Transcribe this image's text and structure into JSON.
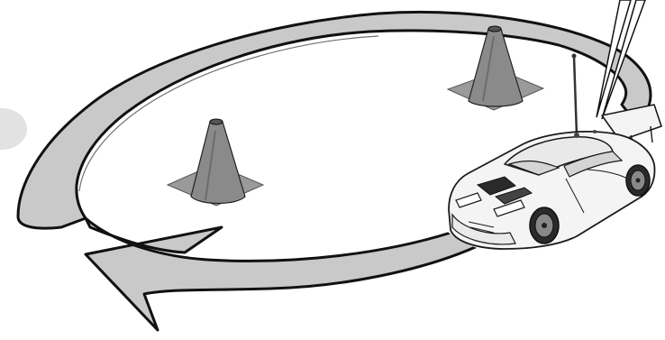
{
  "colors": {
    "background": "#ffffff",
    "arrow_fill": "#c9c9c9",
    "arrow_outline": "#111111",
    "cone_fill": "#8a8a8a",
    "cone_base": "#9a9a9a",
    "car_body": "#f4f4f4",
    "car_line": "#1a1a1a",
    "side_circle": "#e2e2e2"
  },
  "icons": [
    "circular-direction-arrow",
    "traffic-cone",
    "traffic-cone",
    "rc-drift-car",
    "antenna",
    "transmitter-signal-beams",
    "partial-circle-marker"
  ]
}
